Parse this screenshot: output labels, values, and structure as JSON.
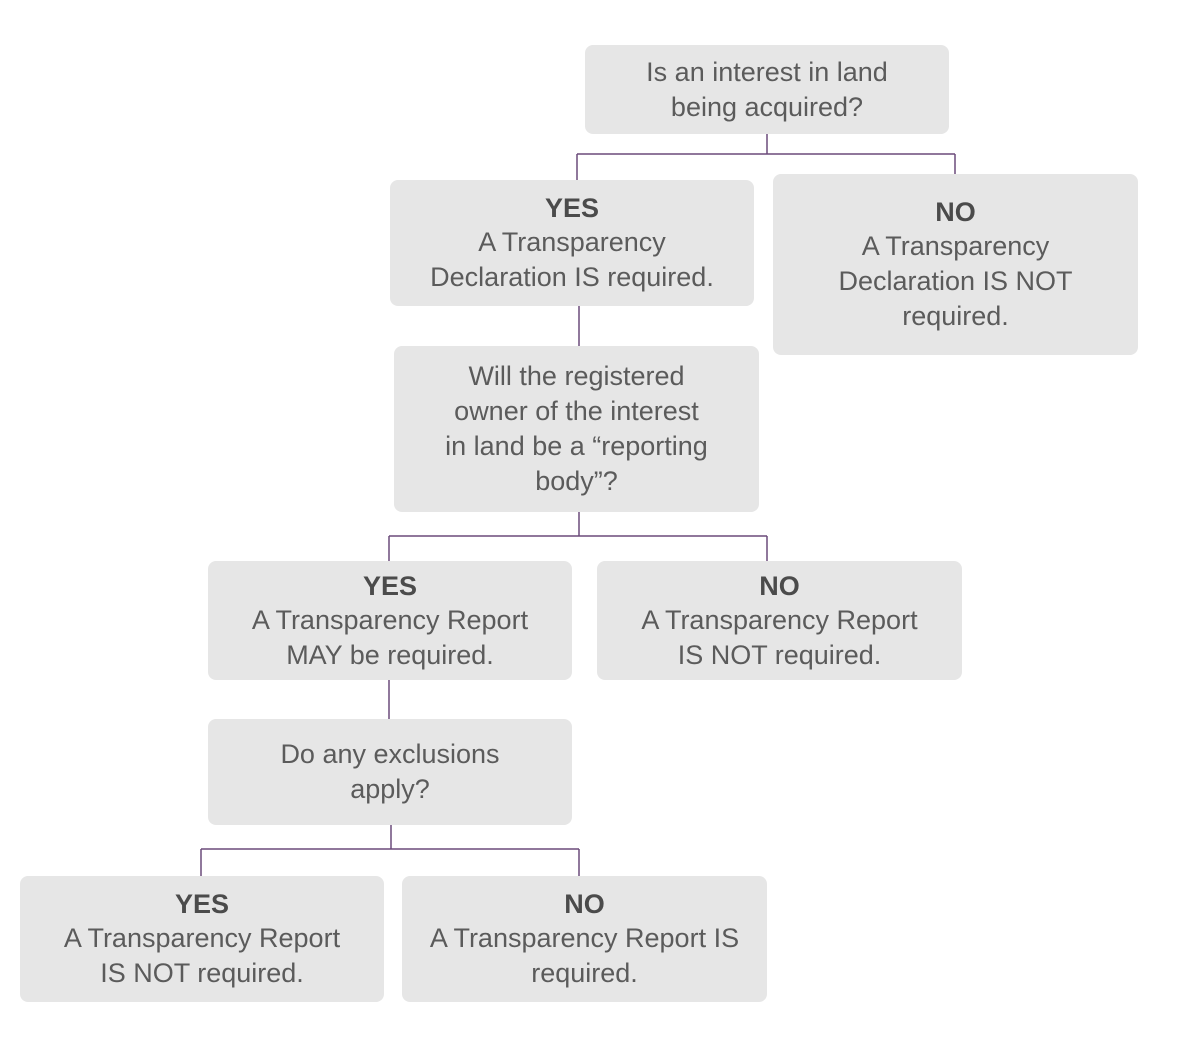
{
  "diagram": {
    "line_color": "#6b4a7a",
    "box_color": "#e6e6e6",
    "nodes": {
      "q1": {
        "text": "Is an interest in land\nbeing acquired?"
      },
      "q1_yes": {
        "answer": "YES",
        "text": "A Transparency\nDeclaration IS required."
      },
      "q1_no": {
        "answer": "NO",
        "text": "A Transparency\nDeclaration IS NOT\nrequired."
      },
      "q2": {
        "text": "Will the registered\nowner of the interest\nin land be a “reporting\nbody”?"
      },
      "q2_yes": {
        "answer": "YES",
        "text": "A Transparency Report\nMAY be required."
      },
      "q2_no": {
        "answer": "NO",
        "text": "A Transparency Report\nIS NOT required."
      },
      "q3": {
        "text": "Do any exclusions\napply?"
      },
      "q3_yes": {
        "answer": "YES",
        "text": "A Transparency Report\nIS NOT required."
      },
      "q3_no": {
        "answer": "NO",
        "text": "A Transparency Report IS\nrequired."
      }
    }
  }
}
